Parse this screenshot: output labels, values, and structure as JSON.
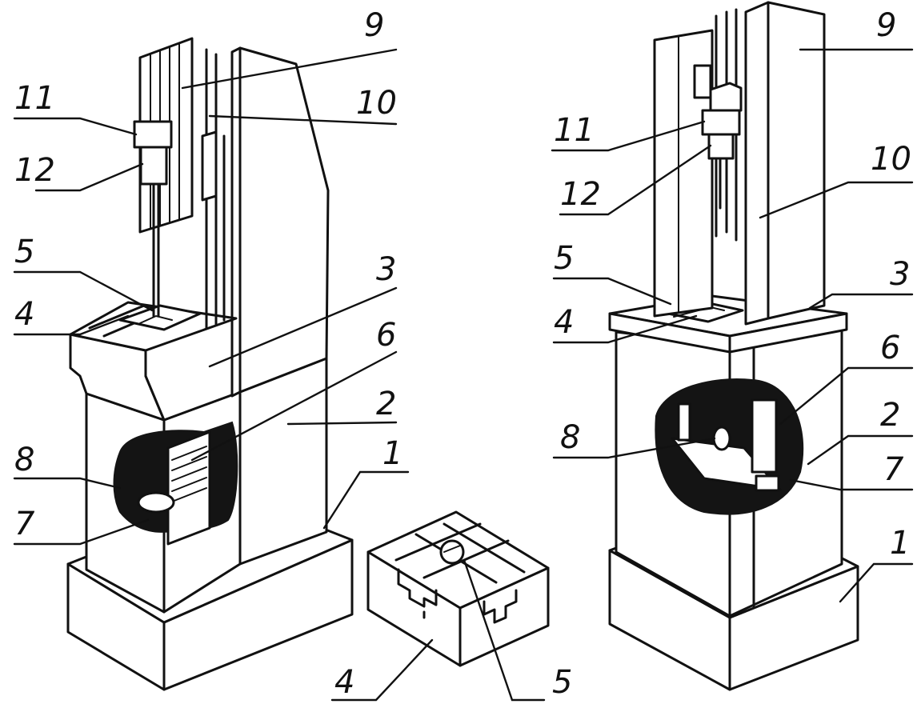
{
  "figure": {
    "left_machine": {
      "labels": [
        "9",
        "11",
        "10",
        "12",
        "5",
        "3",
        "4",
        "6",
        "2",
        "8",
        "1",
        "7"
      ]
    },
    "right_machine": {
      "labels": [
        "9",
        "11",
        "10",
        "12",
        "5",
        "3",
        "4",
        "6",
        "2",
        "8",
        "7",
        "1"
      ]
    },
    "table_detail": {
      "labels": [
        "4",
        "5"
      ]
    }
  }
}
